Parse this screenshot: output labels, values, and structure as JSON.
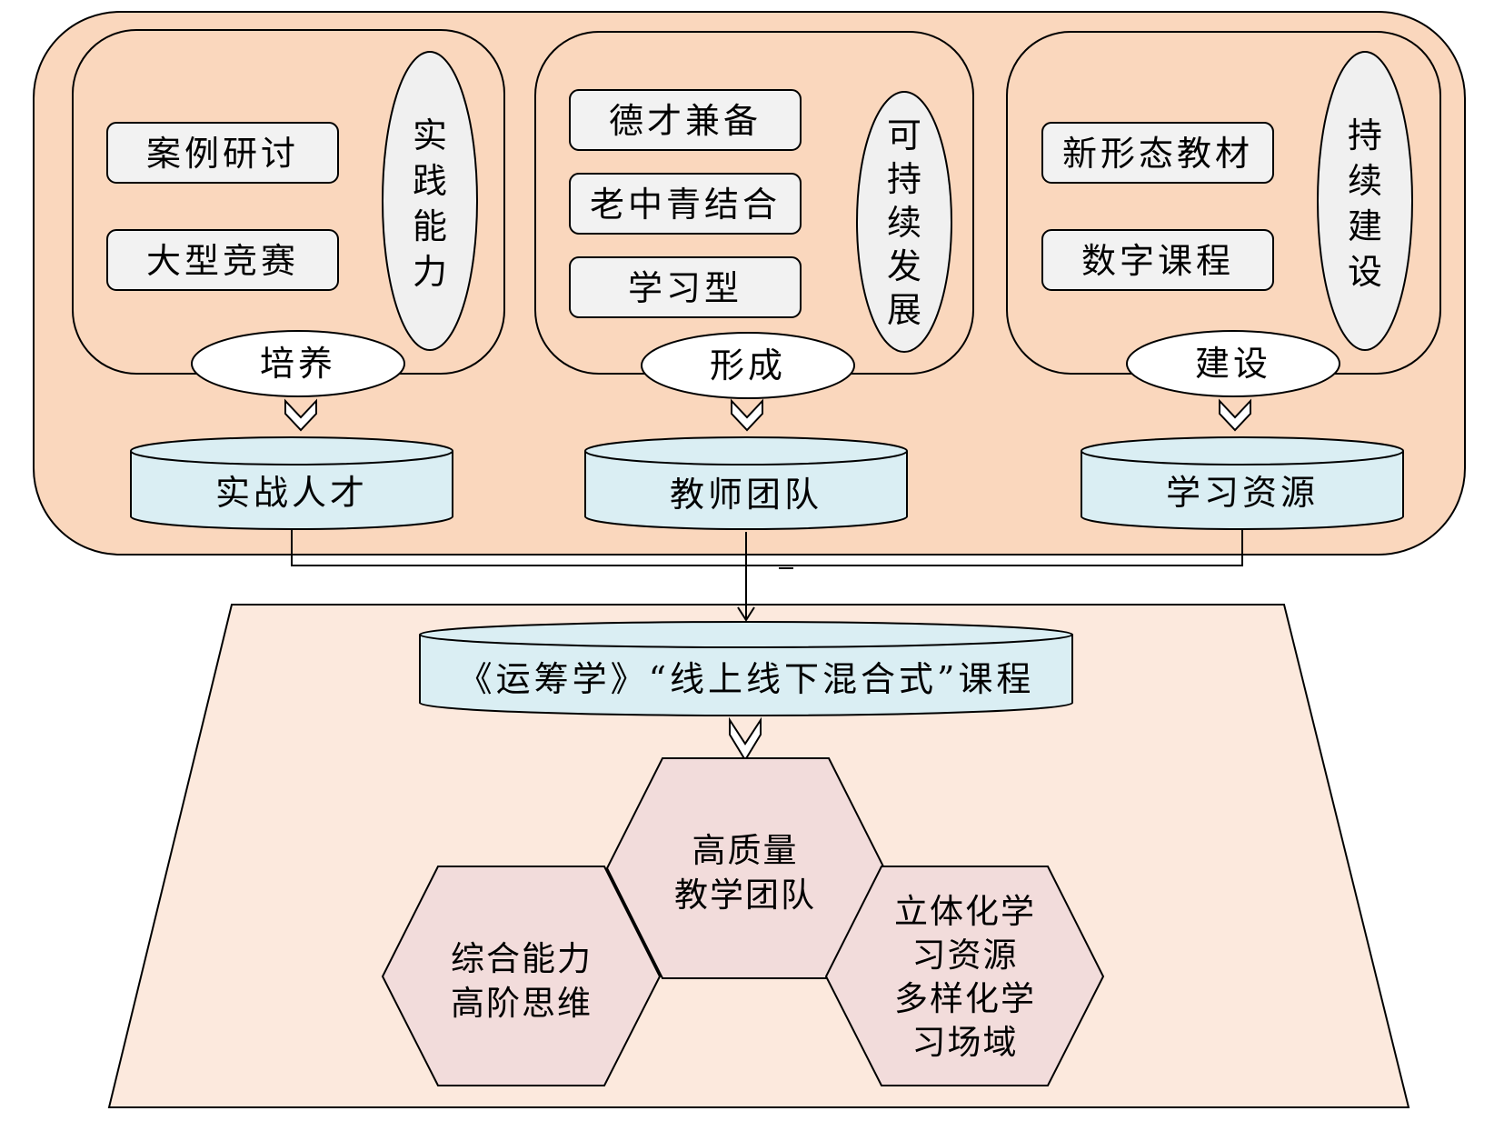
{
  "colors": {
    "outer_fill": "#fad7bd",
    "lower_fill": "#fce9dd",
    "box_fill": "#f2f2f2",
    "oval_fill": "#f0f0f0",
    "cylinder_fill": "#daeef3",
    "hexagon_fill": "#f2dcdb"
  },
  "groups": [
    {
      "items": [
        "案例研讨",
        "大型竞赛"
      ],
      "side_label": [
        "实",
        "践",
        "能",
        "力"
      ],
      "connector": "培养",
      "outcome": "实战人才"
    },
    {
      "items": [
        "德才兼备",
        "老中青结合",
        "学习型"
      ],
      "side_label": [
        "可",
        "持",
        "续",
        "发",
        "展"
      ],
      "connector": "形成",
      "outcome": "教师团队"
    },
    {
      "items": [
        "新形态教材",
        "数字课程"
      ],
      "side_label": [
        "持",
        "续",
        "建",
        "设"
      ],
      "connector": "建设",
      "outcome": "学习资源"
    }
  ],
  "course": "《运筹学》“线上线下混合式”课程",
  "results": [
    {
      "lines": [
        "综合能力",
        "高阶思维"
      ]
    },
    {
      "lines": [
        "高质量",
        "教学团队"
      ]
    },
    {
      "lines": [
        "立体化学",
        "习资源",
        "多样化学",
        "习场域"
      ]
    }
  ]
}
